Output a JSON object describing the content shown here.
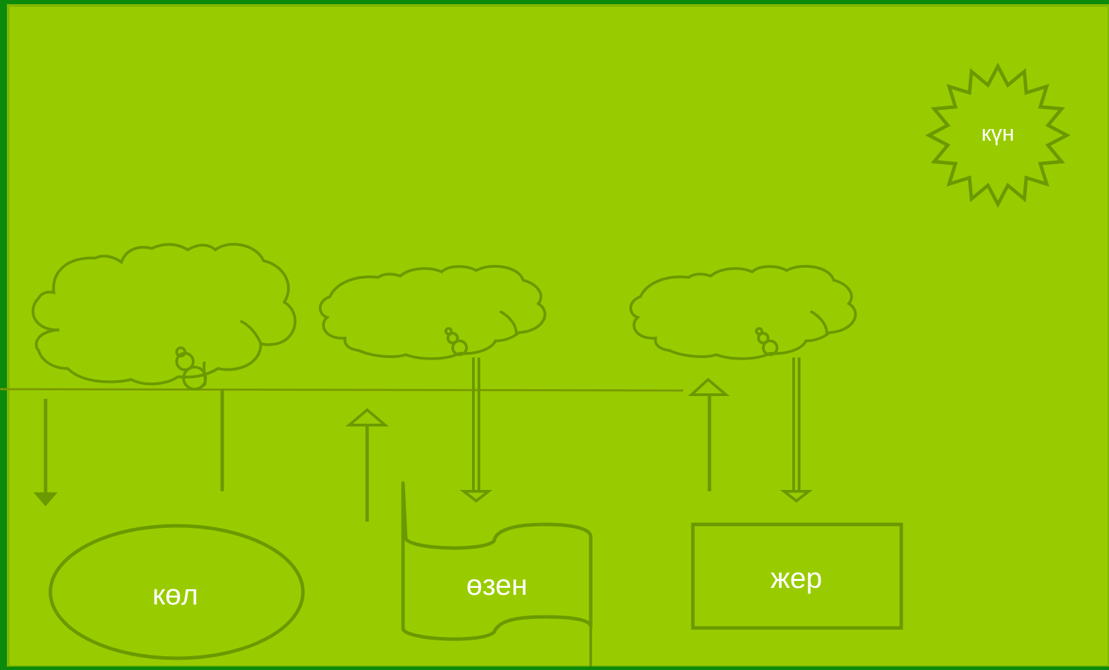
{
  "colors": {
    "frame": "#0b8a0b",
    "background": "#99cc00",
    "outline": "#6b9900",
    "label": "#ffffff"
  },
  "diagram": {
    "sun": {
      "label": "күн",
      "icon": "sun-starburst-icon"
    },
    "lake": {
      "label": "көл",
      "icon": "ellipse-shape"
    },
    "river": {
      "label": "өзен",
      "icon": "wave-banner-shape"
    },
    "land": {
      "label": "жер",
      "icon": "rectangle-shape"
    },
    "clouds": [
      {
        "icon": "cloud-icon"
      },
      {
        "icon": "cloud-icon"
      },
      {
        "icon": "cloud-icon"
      }
    ],
    "arrows": [
      {
        "direction": "down",
        "icon": "arrow-down-icon"
      },
      {
        "direction": "up",
        "icon": "arrow-up-icon"
      },
      {
        "direction": "down",
        "icon": "arrow-down-icon"
      },
      {
        "direction": "up",
        "icon": "arrow-up-icon"
      },
      {
        "direction": "down",
        "icon": "arrow-down-icon"
      }
    ]
  }
}
